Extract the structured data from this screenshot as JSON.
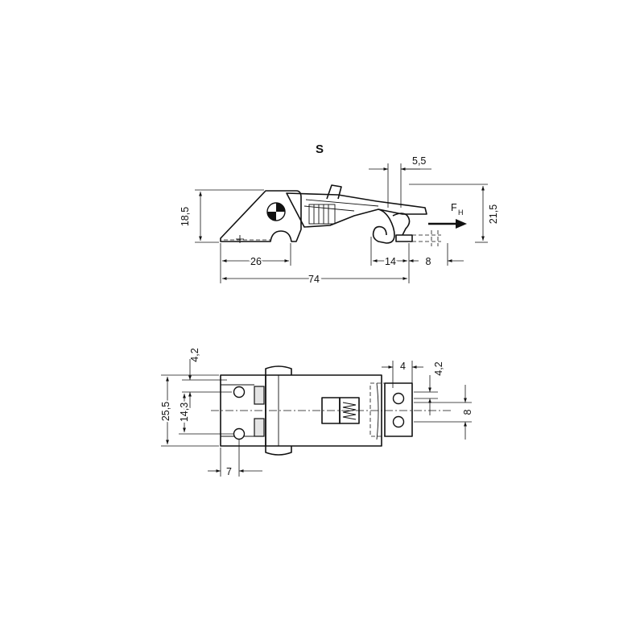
{
  "drawing": {
    "variant_label": "S",
    "force_label": "F",
    "force_subscript": "H",
    "side_view": {
      "dim_height_left": "18,5",
      "dim_height_right": "21,5",
      "dim_top_offset": "5,5",
      "dim_base_length": "26",
      "dim_hook_width": "14",
      "dim_catch_offset": "8",
      "dim_overall_length": "74"
    },
    "top_view": {
      "dim_hole_pitch_left": "4,2",
      "dim_overall_width": "25,5",
      "dim_hole_spacing": "14,3",
      "dim_hole_edge": "7",
      "dim_catch_width": "4",
      "dim_catch_hole_pitch": "4,2",
      "dim_catch_hole_spacing": "8"
    }
  }
}
